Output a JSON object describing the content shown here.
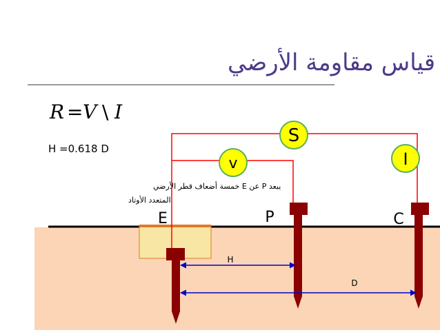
{
  "title": "قياس مقاومة الأرضي",
  "formula": {
    "R": "R",
    "eq": "=",
    "V": "V",
    "sep": "\\",
    "I": "I"
  },
  "h_formula": "H =0.618 D",
  "note": {
    "line1": "يبعد P عن E خمسة أضعاف قطر الأرضي",
    "line2": "المتعدد الأوتاد"
  },
  "labels": {
    "S": "S",
    "v": "v",
    "I": "I",
    "E": "E",
    "P": "P",
    "C": "C",
    "H": "H",
    "D": "D"
  },
  "colors": {
    "title": "#4d3b8a",
    "ground": "#fbd5b5",
    "ground_top": "#000000",
    "electrode_fill": "#f7e6a4",
    "electrode_border": "#e07a2a",
    "rod": "#8b0000",
    "wire": "#ff0000",
    "meter_fill": "#ffff00",
    "meter_border": "#5ab05a",
    "arrow": "#0000cc",
    "underline": "#999999"
  }
}
